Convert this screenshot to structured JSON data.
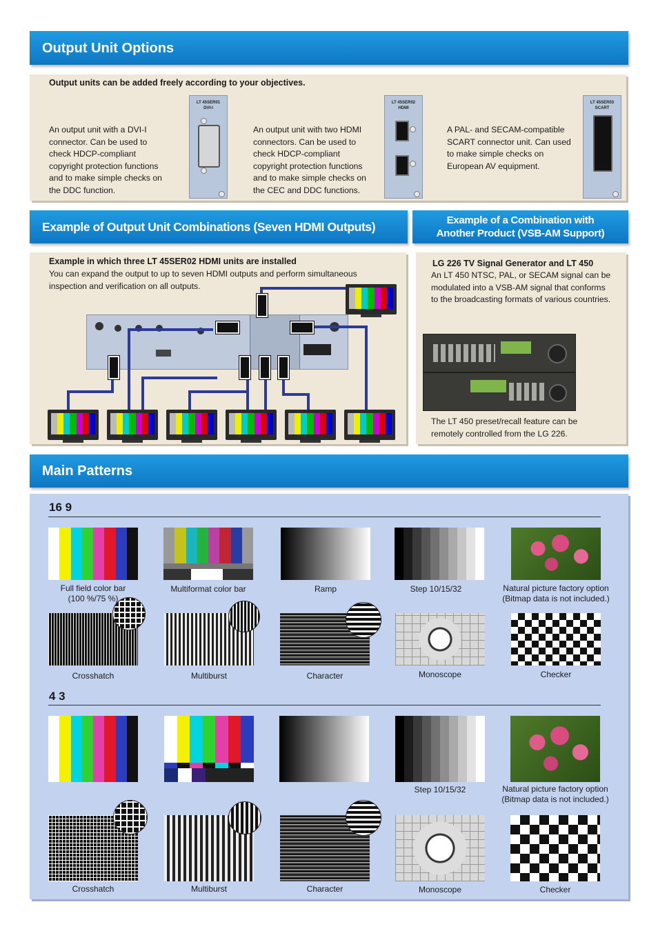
{
  "output_options": {
    "title": "Output Unit Options",
    "intro": "Output units can be added freely according to your objectives.",
    "units": [
      {
        "label": "LT 45SER01\nDVI-I",
        "description": "An output unit with a DVI-I\nconnector. Can be used to\ncheck HDCP-compliant\ncopyright protection functions\nand to make simple checks on\nthe DDC function."
      },
      {
        "label": "LT 45SER02\nHDMI",
        "description": "An output unit with two HDMI\nconnectors. Can be used to\ncheck HDCP-compliant\ncopyright protection functions\nand to make simple checks on\nthe CEC and DDC functions."
      },
      {
        "label": "LT 45SER03\nSCART",
        "description": "A PAL- and SECAM-compatible\nSCART connector unit. Can used\nto make simple checks on\nEuropean AV equipment."
      }
    ]
  },
  "combinations": {
    "title": "Example of Output Unit Combinations (Seven HDMI Outputs)",
    "heading": "Example in which three LT 45SER02 HDMI units are installed",
    "text": "You can expand the output to up to seven HDMI outputs and perform simultaneous\ninspection and verification on all outputs."
  },
  "vsb": {
    "title": "Example of a Combination with\nAnother Product (VSB-AM Support)",
    "heading": "LG 226 TV Signal Generator and LT 450",
    "text": "An LT 450 NTSC, PAL, or SECAM signal can be\nmodulated into a VSB-AM signal that conforms\nto the broadcasting formats of various countries.",
    "footer": "The LT 450 preset/recall feature can be\nremotely controlled from the LG 226."
  },
  "patterns": {
    "title": "Main Patterns",
    "ratio_16_9": "16 9",
    "ratio_4_3": "4 3",
    "row1": [
      "Full field color bar\n(100 %/75 %)",
      "Multiformat color bar",
      "Ramp",
      "Step 10/15/32",
      "Natural picture factory option\n(Bitmap data is not included.)"
    ],
    "row2": [
      "Crosshatch",
      "Multiburst",
      "Character",
      "Monoscope",
      "Checker"
    ],
    "row3": [
      "Step 10/15/32",
      "Natural picture factory option\n(Bitmap data is not included.)"
    ],
    "row4": [
      "Crosshatch",
      "Multiburst",
      "Character",
      "Monoscope",
      "Checker"
    ]
  },
  "colors": {
    "banner": "#0e77c4",
    "panel_beige": "#efe7d8",
    "panel_blue": "#c3d2ee",
    "cable": "#2c3a98"
  }
}
